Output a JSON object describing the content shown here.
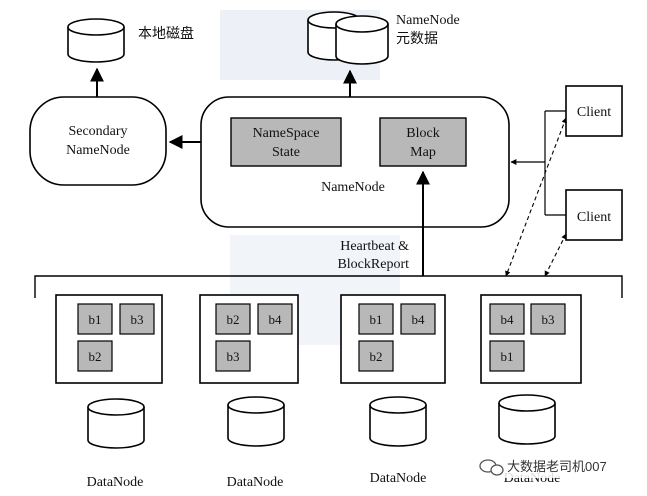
{
  "disks": {
    "local_disk_label": "本地磁盘",
    "namenode_meta_label_1": "NameNode",
    "namenode_meta_label_2": "元数据"
  },
  "secondary_namenode": {
    "line1": "Secondary",
    "line2": "NameNode"
  },
  "namenode": {
    "label": "NameNode",
    "namespace_line1": "NameSpace",
    "namespace_line2": "State",
    "blockmap_line1": "Block",
    "blockmap_line2": "Map"
  },
  "clients": [
    "Client",
    "Client"
  ],
  "heartbeat": {
    "line1": "Heartbeat &",
    "line2": "BlockReport"
  },
  "datanodes": [
    {
      "label": "DataNode",
      "blocks": [
        "b1",
        "b3",
        "b2"
      ]
    },
    {
      "label": "DataNode",
      "blocks": [
        "b2",
        "b4",
        "b3"
      ]
    },
    {
      "label": "DataNode",
      "blocks": [
        "b1",
        "b4",
        "b2"
      ]
    },
    {
      "label": "DataNode",
      "blocks": [
        "b4",
        "b3",
        "b1"
      ]
    }
  ],
  "watermark": "大数据老司机007",
  "colors": {
    "block_fill": "#b8b8b8",
    "stroke": "#000000",
    "watermark_bg": "#dfe6f1"
  }
}
